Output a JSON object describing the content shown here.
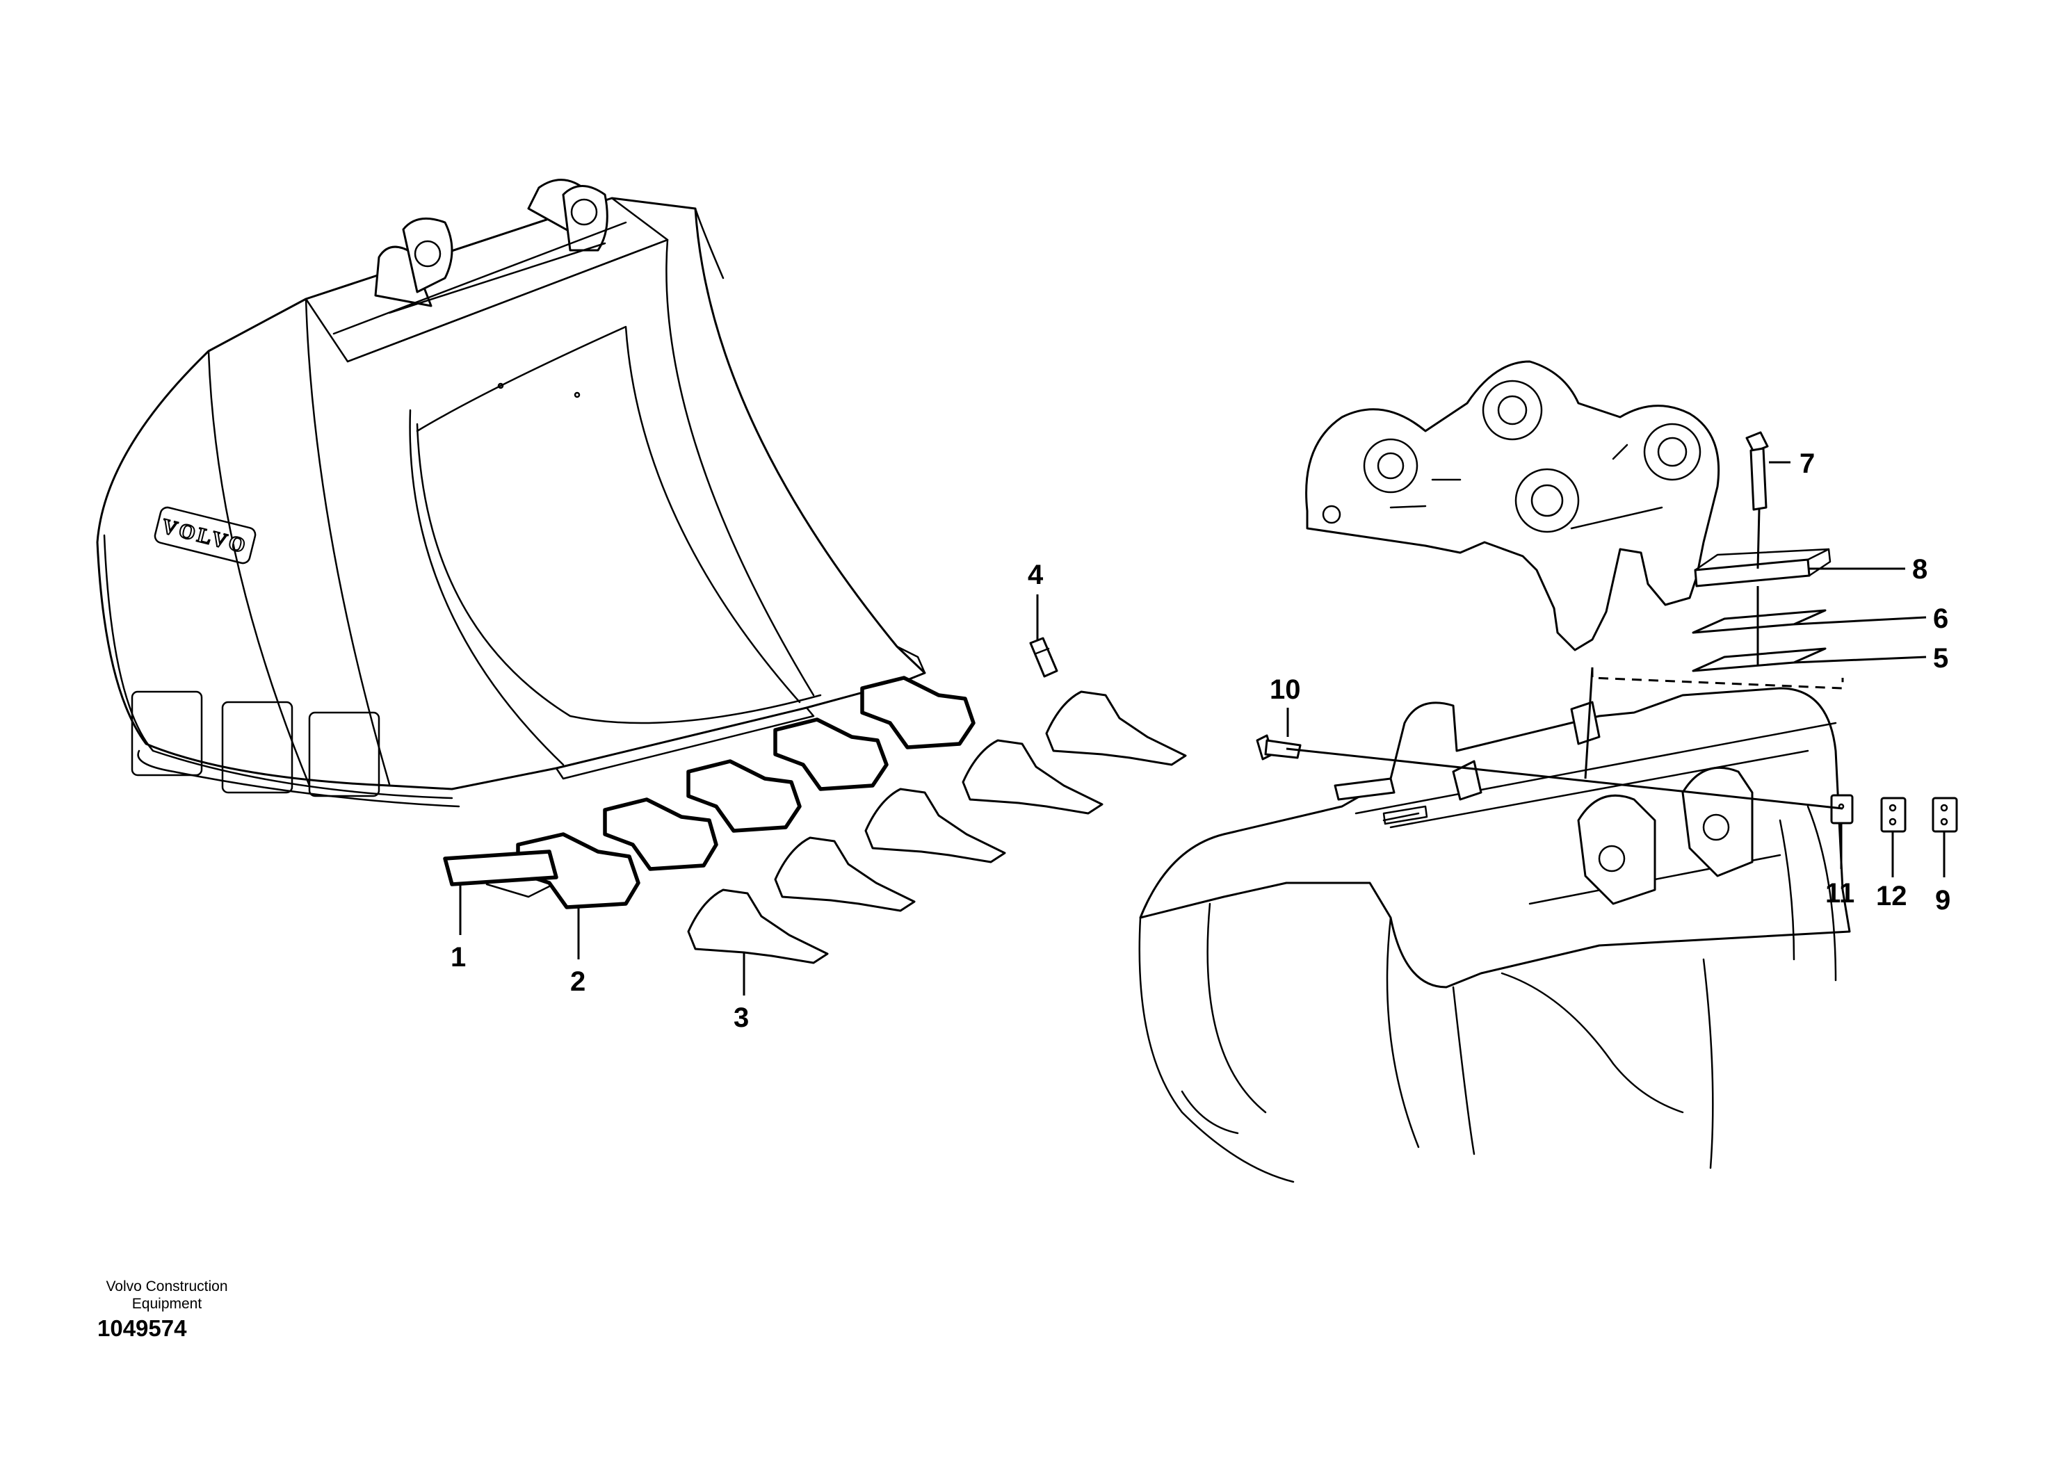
{
  "callouts": [
    {
      "id": "1",
      "label": "1"
    },
    {
      "id": "2",
      "label": "2"
    },
    {
      "id": "3",
      "label": "3"
    },
    {
      "id": "4",
      "label": "4"
    },
    {
      "id": "5",
      "label": "5"
    },
    {
      "id": "6",
      "label": "6"
    },
    {
      "id": "7",
      "label": "7"
    },
    {
      "id": "8",
      "label": "8"
    },
    {
      "id": "9",
      "label": "9"
    },
    {
      "id": "10",
      "label": "10"
    },
    {
      "id": "11",
      "label": "11"
    },
    {
      "id": "12",
      "label": "12"
    }
  ],
  "logo": {
    "text": "VOLVO"
  },
  "footer": {
    "manufacturer": "Volvo Construction\nEquipment",
    "drawing_number": "1049574"
  }
}
